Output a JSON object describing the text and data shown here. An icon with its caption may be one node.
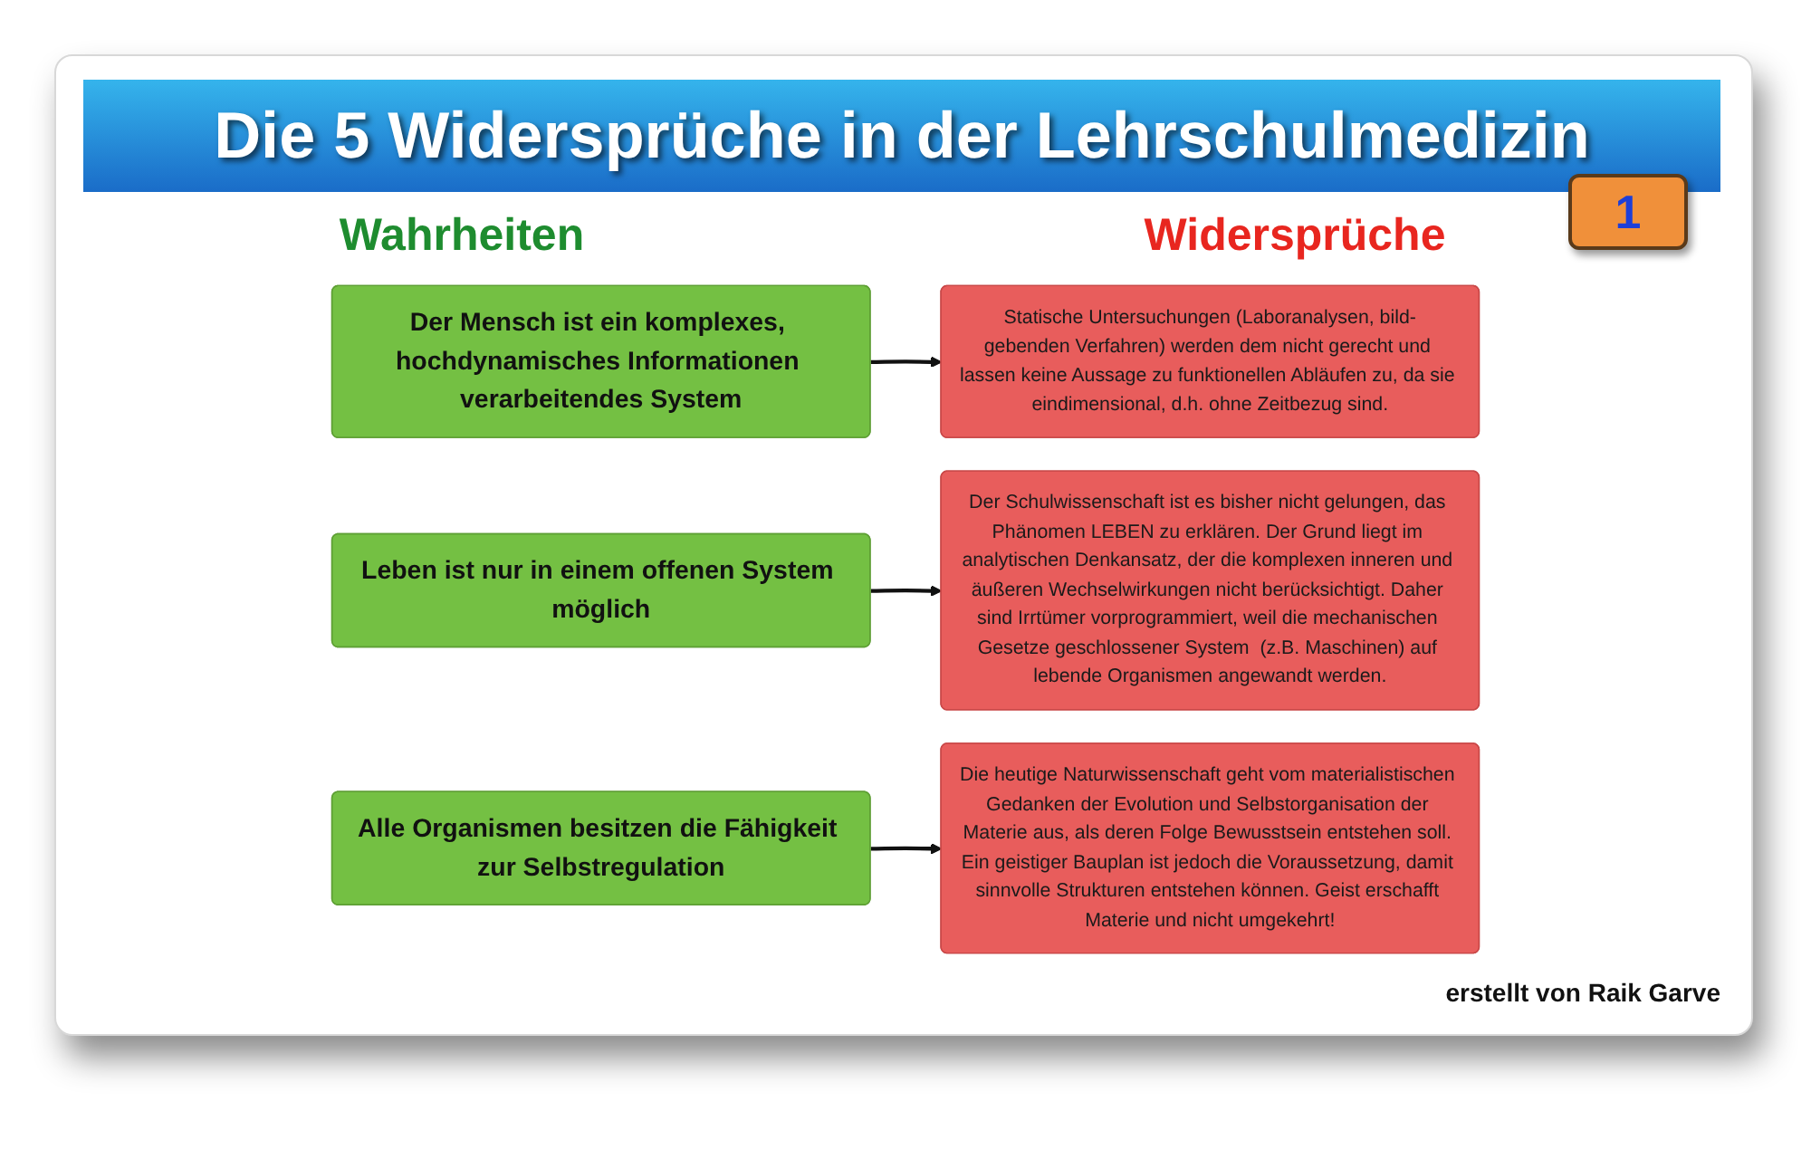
{
  "diagram": {
    "title": "Die 5 Widersprüche in der Lehrschulmedizin",
    "nodes": [
      {
        "text": [
          "Der Mensch ist ein komplexes, hochdynamisches Informationen verarbeitendes System"
        ]
      },
      {
        "text": [
          "Statische Untersuchungen (Laboranalysen, bild-gebenden Verfahren) werden dem nicht gerecht und lassen keine Aussage zu funktionellen Abläufen zu, da sie eindimensional, d.h. ohne Zeitbezug sind."
        ]
      },
      {
        "text": [
          "Leben ist nur in einem offenen System möglich"
        ]
      },
      {
        "text": [
          "Der Schulwissenschaft ist es bisher nicht gelungen, das Phänomen LEBEN zu erklären. Der Grund liegt im analytischen Denkansatz, der die komplexen inneren und äußeren Wechselwirkungen nicht berücksichtigt. Daher sind Irrtümer vorprogrammiert, weil die mechanischen Gesetze geschlossener System  (z.B. Maschinen) auf lebende Organismen angewandt werden."
        ]
      },
      {
        "text": [
          "Alle Organismen besitzen die Fähigkeit zur Selbstregulation"
        ]
      },
      {
        "text": [
          "Die heutige Naturwissenschaft geht vom materialistischen Gedanken der Evolution und Selbstorganisation der Materie aus, als deren Folge Bewusstsein entstehen soll. Ein geistiger Bauplan ist jedoch die Voraussetzung, damit sinnvolle Strukturen entstehen können. Geist erschafft Materie und nicht umgekehrt!"
        ]
      }
    ],
    "edges": [
      {
        "from": 0,
        "to": 1,
        "arrow": "to"
      },
      {
        "from": 2,
        "to": 3,
        "arrow": "to"
      },
      {
        "from": 4,
        "to": 5,
        "arrow": "to"
      }
    ],
    "labels": [
      "Wahrheiten",
      "Widersprüche",
      "1",
      "erstellt von Raik Garve"
    ]
  }
}
